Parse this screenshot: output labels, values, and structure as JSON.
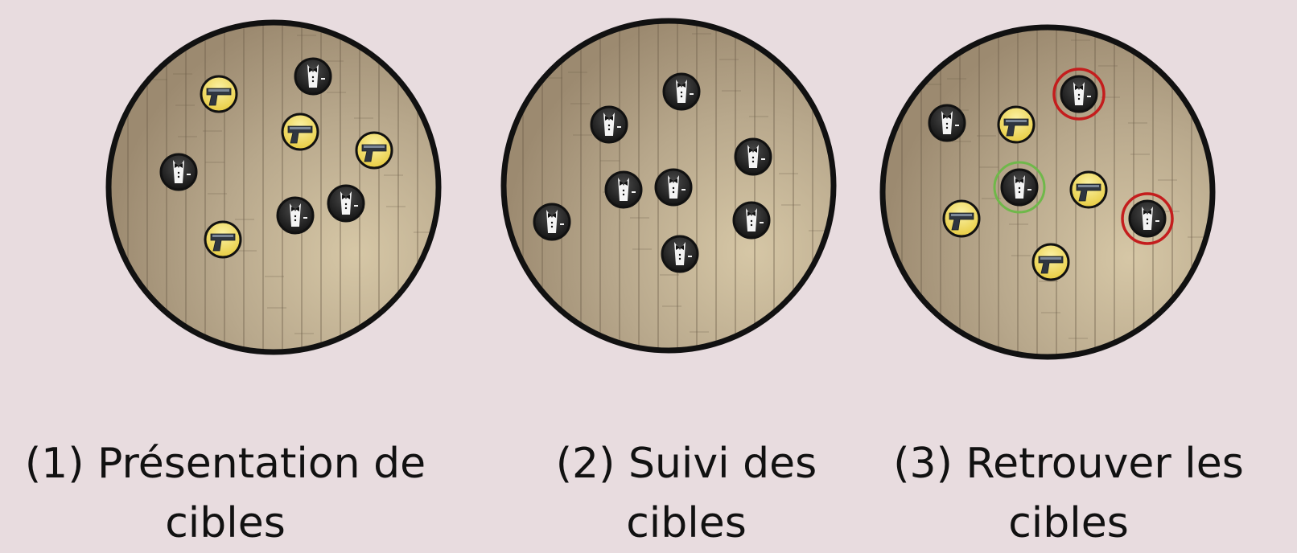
{
  "panels": [
    {
      "id": "presentation",
      "caption_line1": "(1) Présentation de",
      "caption_line2": "cibles",
      "tokens": [
        {
          "kind": "gun",
          "ring": null
        },
        {
          "kind": "suit",
          "ring": null
        },
        {
          "kind": "gun",
          "ring": null
        },
        {
          "kind": "gun",
          "ring": null
        },
        {
          "kind": "suit",
          "ring": null
        },
        {
          "kind": "suit",
          "ring": null
        },
        {
          "kind": "suit",
          "ring": null
        },
        {
          "kind": "gun",
          "ring": null
        }
      ]
    },
    {
      "id": "tracking",
      "caption_line1": "(2) Suivi des",
      "caption_line2": "cibles",
      "tokens": [
        {
          "kind": "suit",
          "ring": null
        },
        {
          "kind": "suit",
          "ring": null
        },
        {
          "kind": "suit",
          "ring": null
        },
        {
          "kind": "suit",
          "ring": null
        },
        {
          "kind": "suit",
          "ring": null
        },
        {
          "kind": "suit",
          "ring": null
        },
        {
          "kind": "suit",
          "ring": null
        },
        {
          "kind": "suit",
          "ring": null
        }
      ]
    },
    {
      "id": "retrieval",
      "caption_line1": "(3) Retrouver les",
      "caption_line2": "cibles",
      "tokens": [
        {
          "kind": "suit",
          "ring": null
        },
        {
          "kind": "gun",
          "ring": null
        },
        {
          "kind": "suit",
          "ring": "incorrect"
        },
        {
          "kind": "suit",
          "ring": "correct"
        },
        {
          "kind": "gun",
          "ring": null
        },
        {
          "kind": "gun",
          "ring": null
        },
        {
          "kind": "suit",
          "ring": "incorrect"
        },
        {
          "kind": "gun",
          "ring": null
        }
      ]
    }
  ],
  "colors": {
    "background": "#e8dcdf",
    "arena_floor": "#b4a48a",
    "arena_border": "#111111",
    "token_gun": "#f2dd62",
    "token_suit": "#1b1b1b",
    "ring_correct": "#6fb84a",
    "ring_incorrect": "#c41d1d"
  },
  "icons": {
    "gun": "pistol-icon",
    "suit": "tuxedo-icon"
  }
}
